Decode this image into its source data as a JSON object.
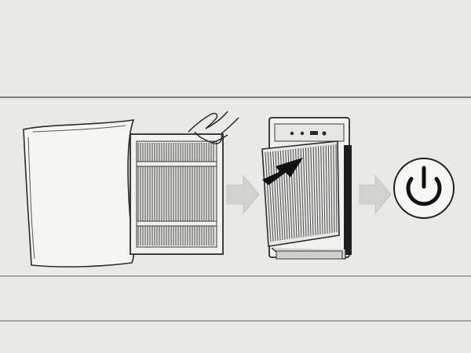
{
  "diagram": {
    "steps": [
      {
        "name": "bag-removal",
        "icon": "filter-in-bag"
      },
      {
        "name": "insert-filter",
        "icon": "purifier-insert-filter"
      },
      {
        "name": "power-on",
        "icon": "power-icon"
      }
    ],
    "connectors": [
      "gray-arrow-right",
      "gray-arrow-right"
    ]
  },
  "colors": {
    "background": "#e9e9e7",
    "line": "#2b2b2b",
    "panel_line": "#8a8a8a",
    "arrow_gray": "#d2d2d0",
    "insert_arrow": "#111111"
  }
}
